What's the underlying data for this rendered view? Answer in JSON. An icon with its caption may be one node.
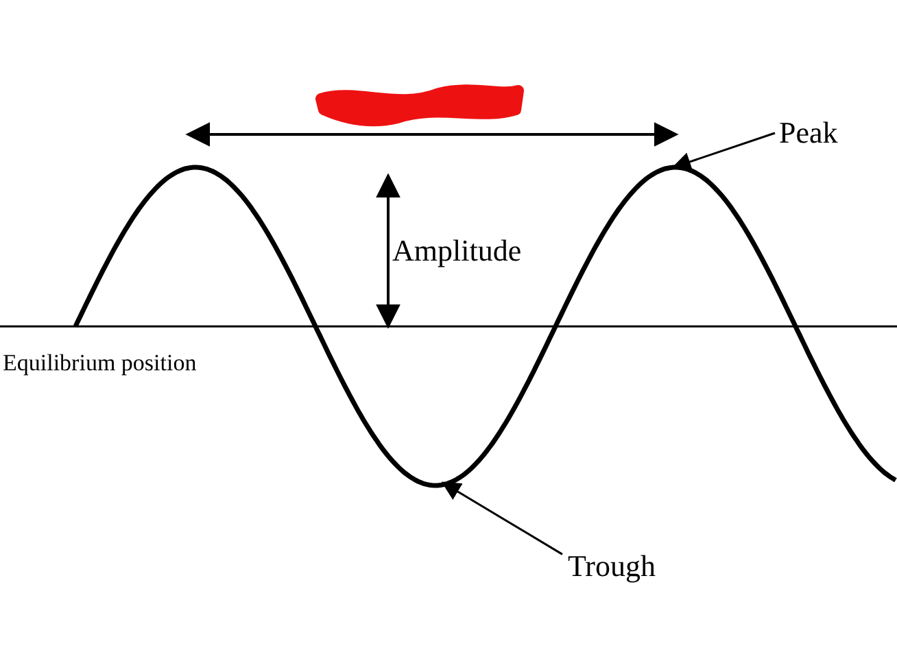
{
  "diagram": {
    "nodes": [
      {
        "text": [
          "Peak"
        ]
      },
      {
        "text": [
          "Trough"
        ]
      }
    ],
    "edges": [
      {
        "from": 0,
        "to": null,
        "arrow": "to"
      },
      {
        "from": 1,
        "to": null,
        "arrow": "to"
      }
    ],
    "labels": [
      "Amplitude",
      "Equilibrium position"
    ]
  }
}
